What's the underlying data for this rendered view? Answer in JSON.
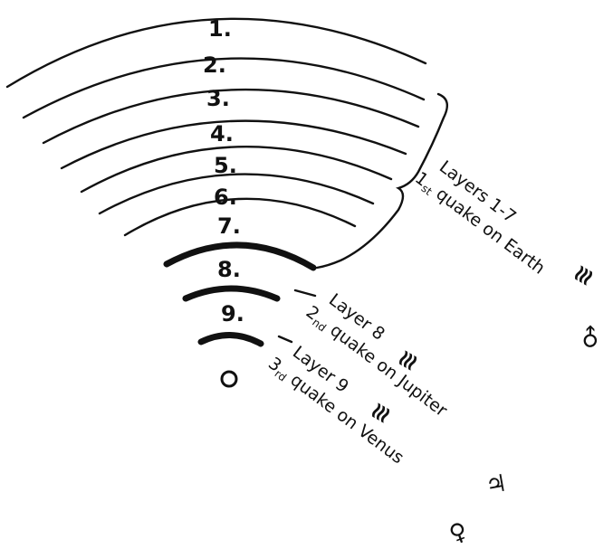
{
  "layer_numbers": [
    "1.",
    "2.",
    "3.",
    "4.",
    "5.",
    "6.",
    "7.",
    "8.",
    "9."
  ],
  "labels": {
    "group_1_7": {
      "title": "Layers 1-7",
      "ordinal_num": "1",
      "ordinal_suffix": "st",
      "rest": " quake on Earth",
      "planet_symbol": "♂",
      "quake_mark": "≋"
    },
    "layer_8": {
      "title": "Layer 8",
      "ordinal_num": "2",
      "ordinal_suffix": "nd",
      "rest": " quake on Jupiter",
      "planet_symbol": "♃",
      "quake_mark": "≋"
    },
    "layer_9": {
      "title": "Layer 9",
      "ordinal_num": "3",
      "ordinal_suffix": "rd",
      "rest": " quake on Venus",
      "planet_symbol": "♀",
      "quake_mark": "≋"
    }
  },
  "center_symbol": "O"
}
